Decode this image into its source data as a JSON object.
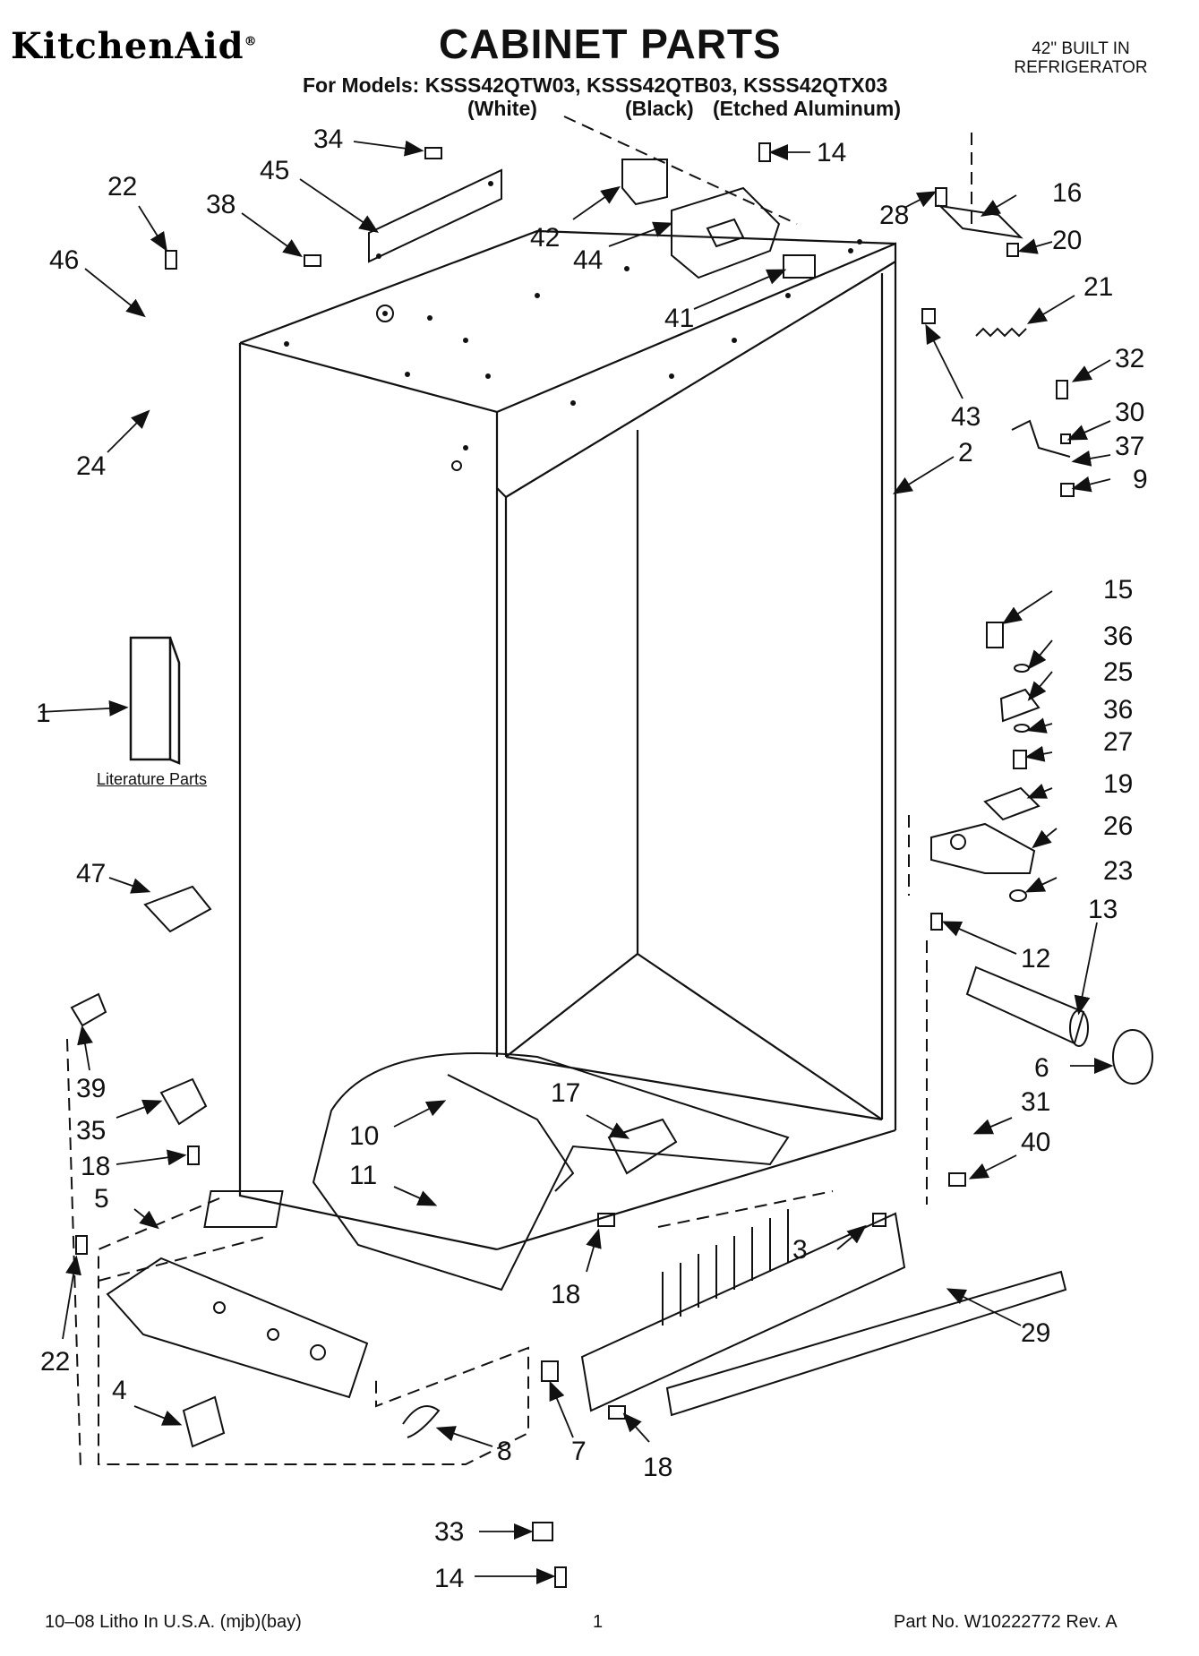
{
  "header": {
    "brand": "KitchenAid",
    "title": "CABINET PARTS",
    "models_line": "For Models: KSSS42QTW03, KSSS42QTB03, KSSS42QTX03",
    "variants": [
      "(White)",
      "(Black)",
      "(Etched Aluminum)"
    ],
    "model_type_line1": "42\" BUILT IN",
    "model_type_line2": "REFRIGERATOR"
  },
  "literature_label": "Literature Parts",
  "callouts": [
    "34",
    "14",
    "45",
    "42",
    "28",
    "16",
    "22",
    "38",
    "44",
    "20",
    "46",
    "41",
    "21",
    "43",
    "32",
    "30",
    "24",
    "2",
    "37",
    "9",
    "15",
    "36",
    "25",
    "36",
    "1",
    "27",
    "19",
    "26",
    "47",
    "23",
    "13",
    "12",
    "6",
    "39",
    "17",
    "31",
    "35",
    "10",
    "40",
    "18",
    "11",
    "5",
    "3",
    "18",
    "29",
    "22",
    "4",
    "7",
    "8",
    "18",
    "33",
    "14"
  ],
  "footer": {
    "left": "10–08 Litho In U.S.A. (mjb)(bay)",
    "center": "1",
    "right": "Part No. W10222772 Rev. A"
  }
}
